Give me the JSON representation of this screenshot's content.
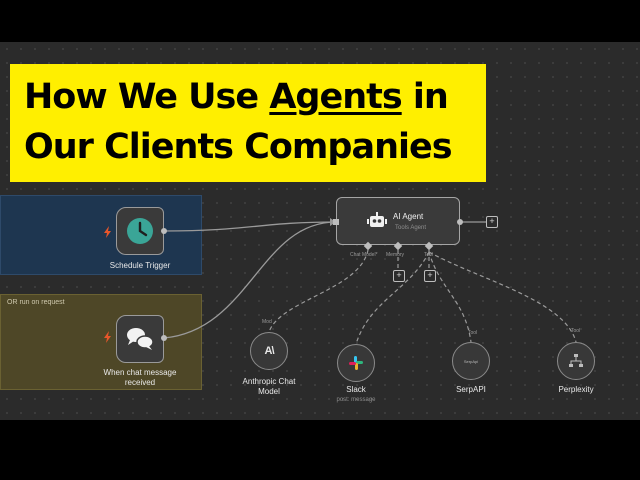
{
  "banner": {
    "line1_pre": "How We Use ",
    "line1_u": "Agents",
    "line1_post": " in",
    "line2": "Our Clients Companies"
  },
  "sticky": {
    "note": "OR run on request"
  },
  "nodes": {
    "schedule": {
      "label": "Schedule Trigger"
    },
    "chat": {
      "label_1": "When chat message",
      "label_2": "received"
    },
    "agent": {
      "title": "AI Agent",
      "subtitle": "Tools Agent"
    }
  },
  "agent_ports": {
    "chat_model": "Chat Model*",
    "memory": "Memory",
    "tool": "Tool"
  },
  "tools": {
    "anthropic": {
      "label_1": "Anthropic Chat",
      "label_2": "Model",
      "port": "Mod",
      "icon_text": "A\\"
    },
    "slack": {
      "label": "Slack",
      "sub": "post: message"
    },
    "serpapi": {
      "label": "SerpAPI",
      "port": "Tool",
      "icon_text": "SerpApi"
    },
    "perplexity": {
      "label": "Perplexity",
      "port": "Tool"
    }
  },
  "colors": {
    "banner": "#ffef00",
    "canvas": "#2b2b2b",
    "trigger_accent": "#e8562a",
    "clock": "#3aa597"
  }
}
